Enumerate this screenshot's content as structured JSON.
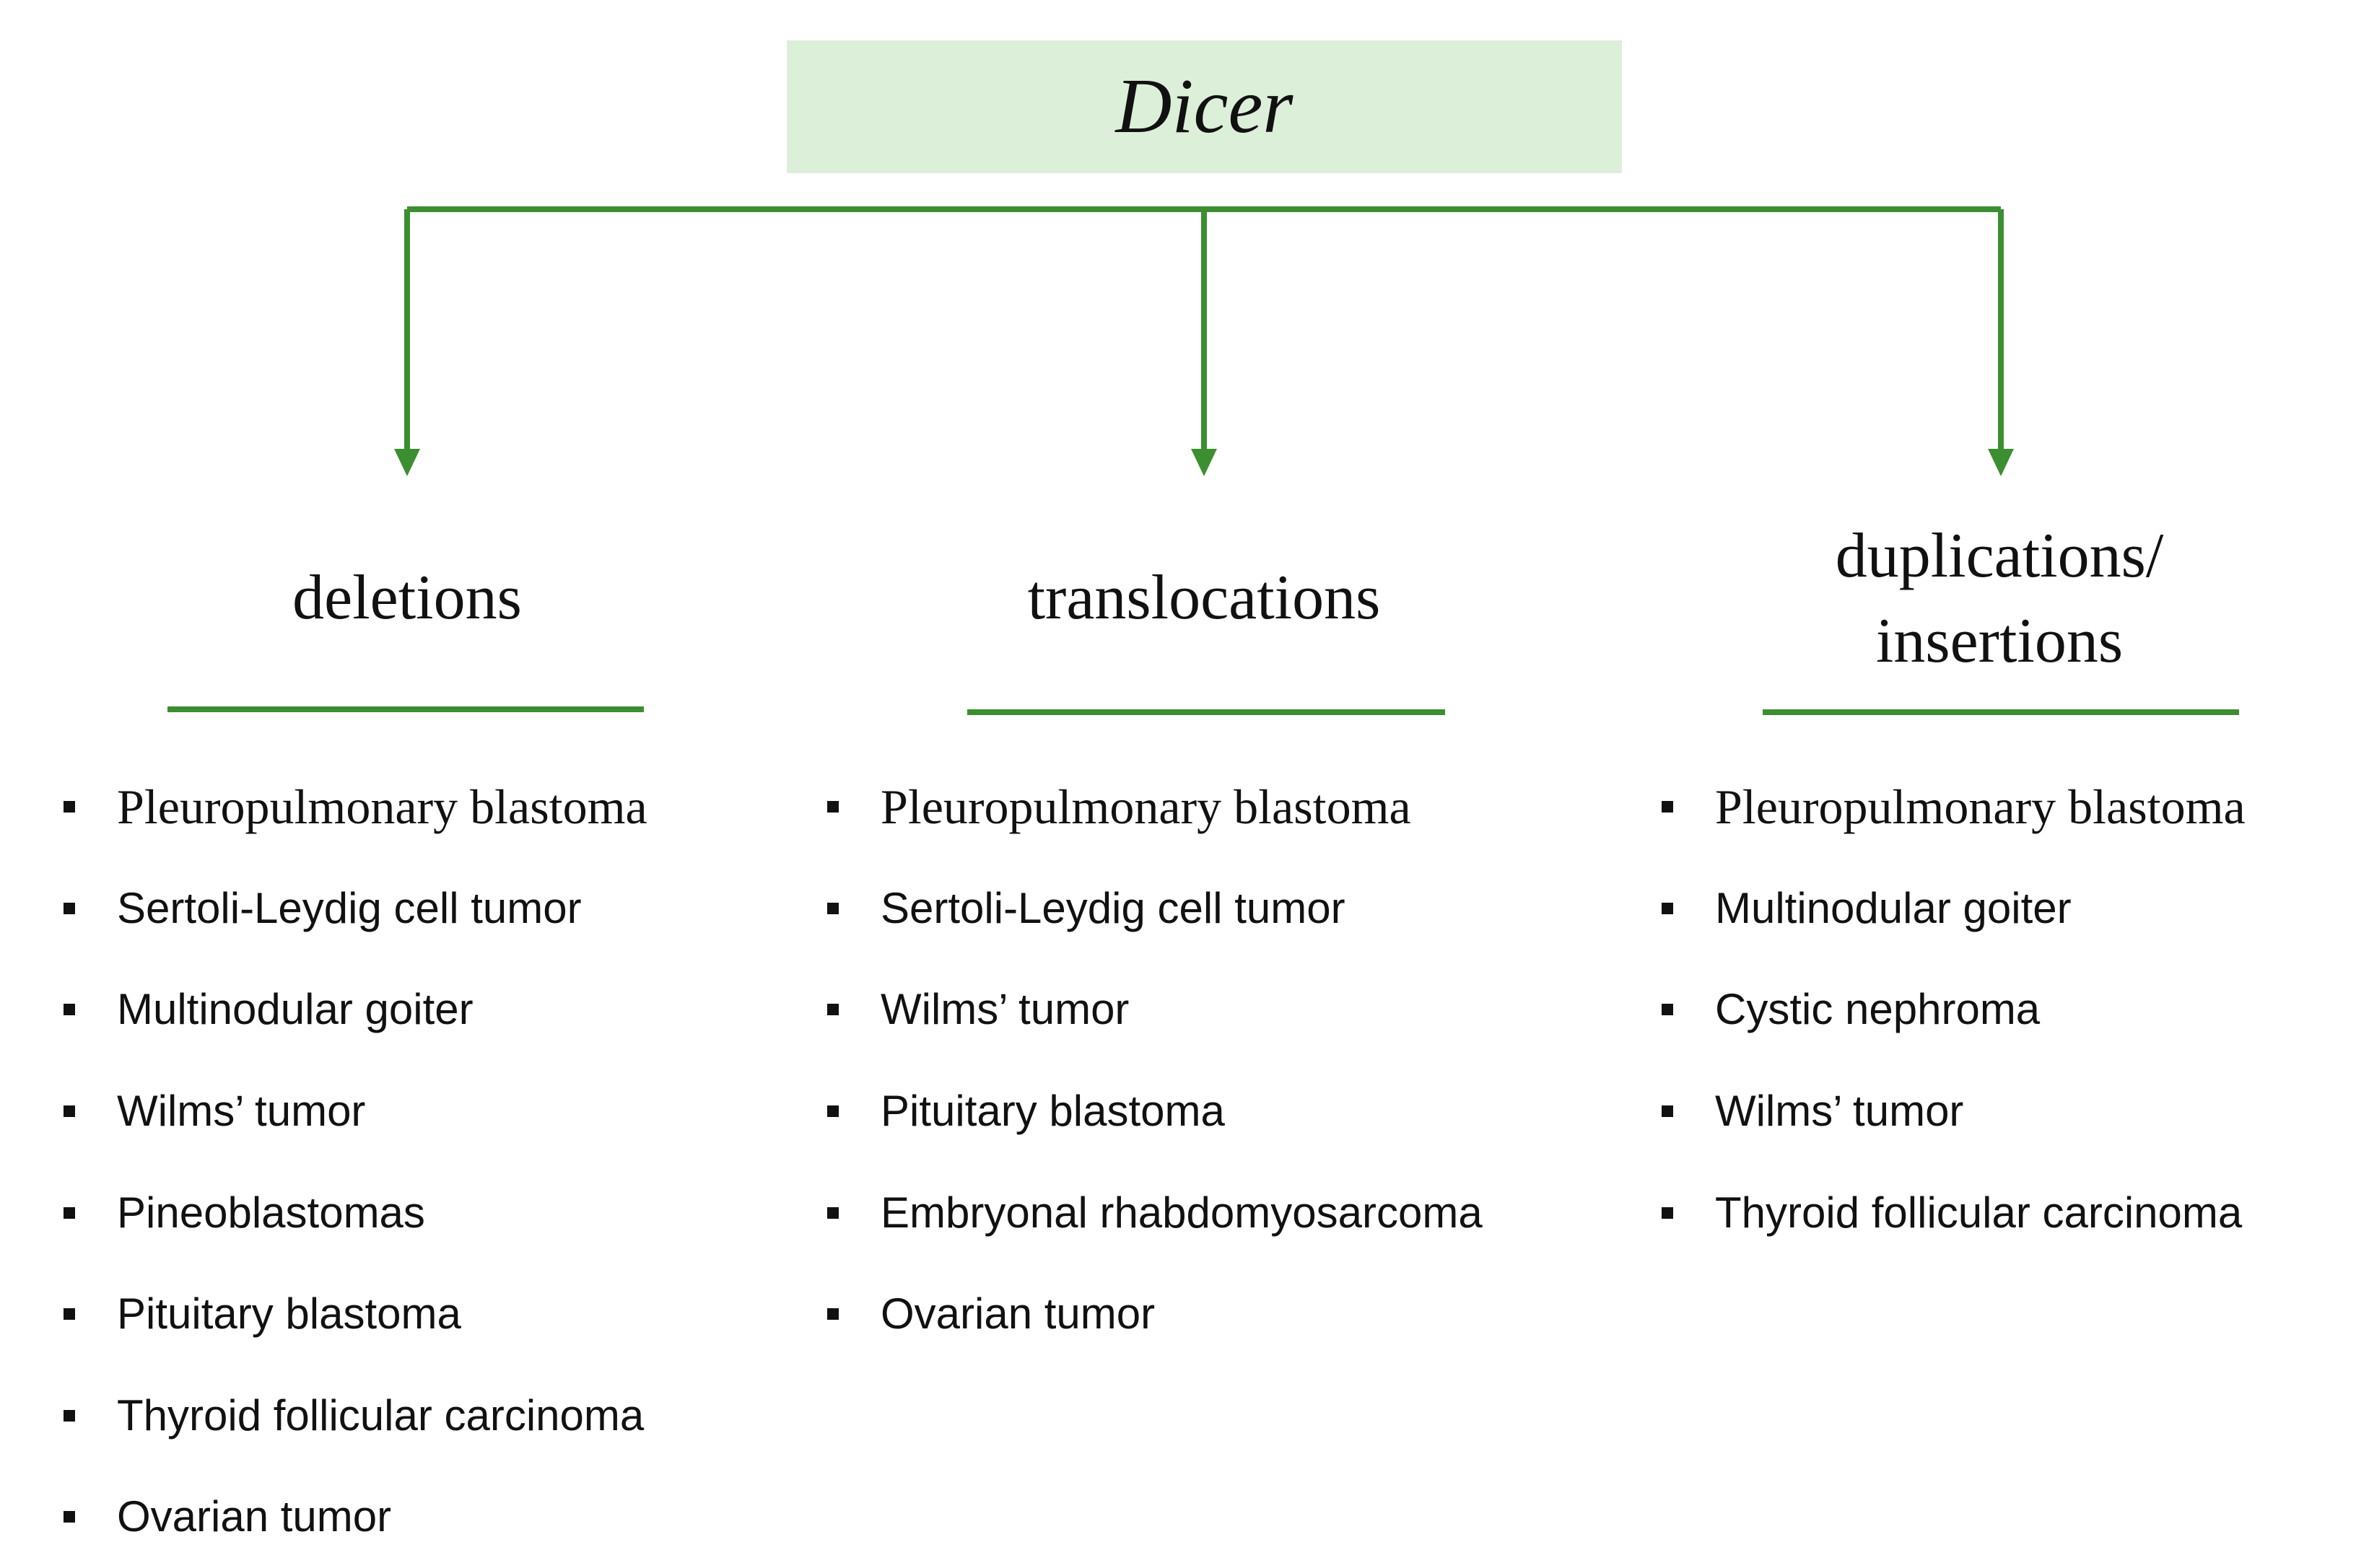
{
  "root": {
    "label": "Dicer"
  },
  "colors": {
    "connector": "#3c8f30",
    "root_fill": "#dcefd9",
    "text": "#111111"
  },
  "branches": [
    {
      "title_lines": [
        "deletions"
      ],
      "items": [
        "Pleuropulmonary  blastoma",
        "Sertoli-Leydig cell tumor",
        "Multinodular  goiter",
        "Wilms’ tumor",
        "Pineoblastomas",
        "Pituitary blastoma",
        "Thyroid follicular carcinoma",
        "Ovarian tumor"
      ]
    },
    {
      "title_lines": [
        "translocations"
      ],
      "items": [
        "Pleuropulmonary  blastoma",
        "Sertoli-Leydig cell tumor",
        "Wilms’ tumor",
        "Pituitary blastoma",
        "Embryonal  rhabdomyosarcoma",
        "Ovarian tumor"
      ]
    },
    {
      "title_lines": [
        "duplications/",
        "insertions"
      ],
      "items": [
        "Pleuropulmonary  blastoma",
        "Multinodular  goiter",
        "Cystic nephroma",
        "Wilms’ tumor",
        "Thyroid follicular carcinoma"
      ]
    }
  ]
}
